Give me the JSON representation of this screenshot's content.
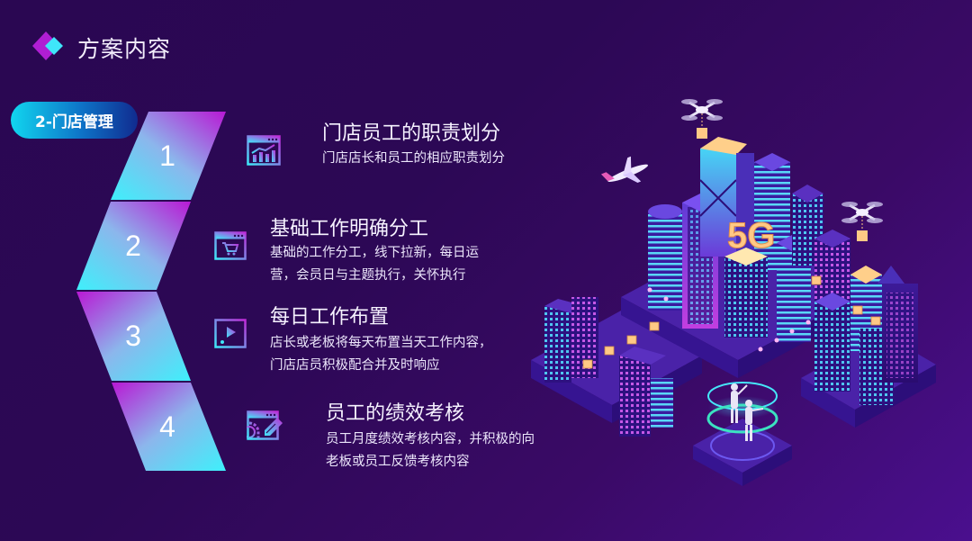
{
  "header": {
    "title": "方案内容",
    "logo_icon": "diamond-logo-icon"
  },
  "section_pill": {
    "label": "2-门店管理"
  },
  "steps": [
    {
      "number": "1",
      "icon": "chart-window-icon",
      "title": "门店员工的职责划分",
      "desc_lines": [
        "门店店长和员工的相应职责划分"
      ]
    },
    {
      "number": "2",
      "icon": "shopping-cart-window-icon",
      "title": "基础工作明确分工",
      "desc_lines": [
        "基础的工作分工，线下拉新，每日运",
        "营，会员日与主题执行，关怀执行"
      ]
    },
    {
      "number": "3",
      "icon": "video-play-icon",
      "title": "每日工作布置",
      "desc_lines": [
        "店长或老板将每天布置当天工作内容，",
        "门店店员积极配合并及时响应"
      ]
    },
    {
      "number": "4",
      "icon": "settings-edit-window-icon",
      "title": "员工的绩效考核",
      "desc_lines": [
        "员工月度绩效考核内容，并积极的向",
        "老板或员工反馈考核内容"
      ]
    }
  ],
  "illustration": {
    "name": "isometric-5g-smart-city",
    "badge_text": "5G"
  },
  "colors": {
    "background_start": "#2a0752",
    "background_end": "#4a0f8e",
    "accent_cyan": "#3ee8f8",
    "accent_magenta": "#b21bd6",
    "pill_start": "#11d6ef",
    "pill_end": "#102b8f"
  }
}
